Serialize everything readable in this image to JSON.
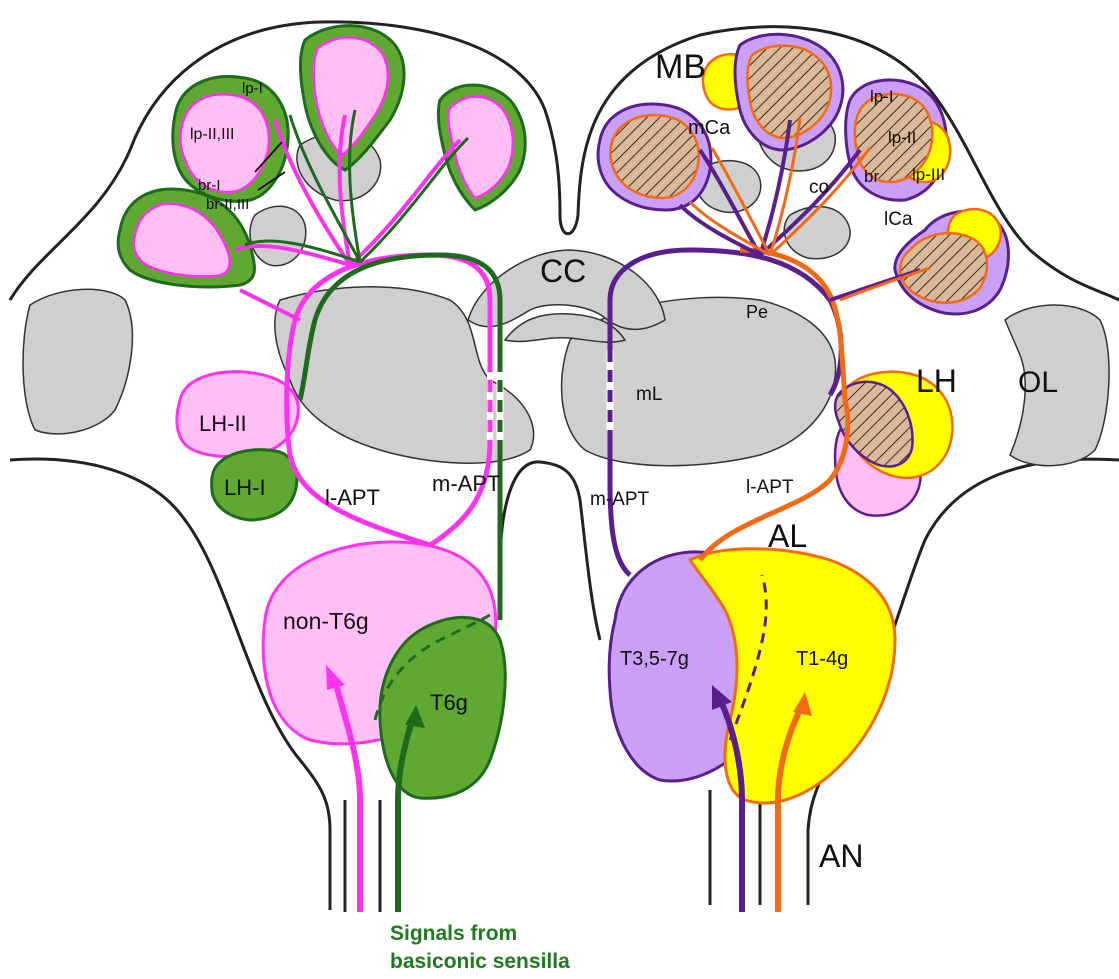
{
  "labels": {
    "mb": "MB",
    "mca": "mCa",
    "lp1_left": "lp-I",
    "lp23_left": "lp-II,III",
    "br1": "br-I",
    "br23": "br-II,III",
    "lp1_right": "lp-I",
    "lp2_right": "lp-II",
    "lp3_right": "lp-III",
    "co": "co",
    "br_right": "br",
    "lca": "lCa",
    "cc": "CC",
    "pe": "Pe",
    "ml": "mL",
    "lh_right": "LH",
    "ol": "OL",
    "lh2": "LH-II",
    "lh1": "LH-I",
    "lapt_left": "l-APT",
    "mapt_left": "m-APT",
    "mapt_right": "m-APT",
    "lapt_right": "l-APT",
    "al": "AL",
    "non_t6g": "non-T6g",
    "t6g": "T6g",
    "t357g": "T3,5-7g",
    "t14g": "T1-4g",
    "an": "AN",
    "caption_line1": "Signals from",
    "caption_line2": "basiconic sensilla"
  },
  "colors": {
    "magenta": "#ff33ee",
    "pink_fill": "#ffbff5",
    "dark_green": "#1e6b1e",
    "green_fill": "#5fa832",
    "purple": "#5a1f8c",
    "lilac_fill": "#c9a0f5",
    "orange": "#f26a16",
    "yellow_fill": "#ffff00",
    "hatch_fill": "#d9b99a",
    "neuropil_gray": "#cfcfcf",
    "outline": "#222222",
    "caption_green": "#1f7a1f"
  }
}
